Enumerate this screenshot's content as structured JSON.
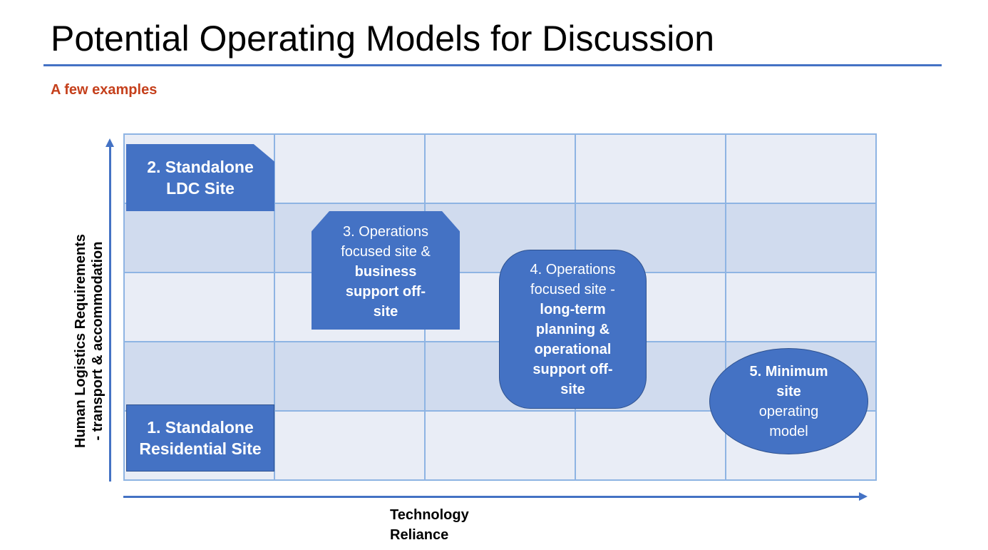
{
  "title": "Potential Operating Models for Discussion",
  "subtitle": "A few examples",
  "y_axis": {
    "line1": "Human Logistics Requirements",
    "line2": "- transport & accommodation"
  },
  "x_axis": {
    "line1": "Technology",
    "line2": "Reliance"
  },
  "models": {
    "standalone_ldc": {
      "line1": "2. Standalone",
      "line2": "LDC Site"
    },
    "standalone_residential": {
      "line1": "1. Standalone",
      "line2": "Residential Site"
    },
    "ops_business": {
      "line1": "3. Operations",
      "line2": "focused site &",
      "line3": "business",
      "line4": "support off-",
      "line5": "site"
    },
    "ops_longterm": {
      "line1": "4. Operations",
      "line2": "focused site -",
      "line3": "long-term",
      "line4": "planning &",
      "line5": "operational",
      "line6": "support off-",
      "line7": "site"
    },
    "minimum_site": {
      "line1": "5. Minimum",
      "line2": "site",
      "line3": "operating",
      "line4": "model"
    }
  },
  "colors": {
    "accent": "#4472c4",
    "subtitle": "#c5401c",
    "grid_light": "#e9edf6",
    "grid_dark": "#d0dbee",
    "grid_line": "#8eb4e3"
  }
}
